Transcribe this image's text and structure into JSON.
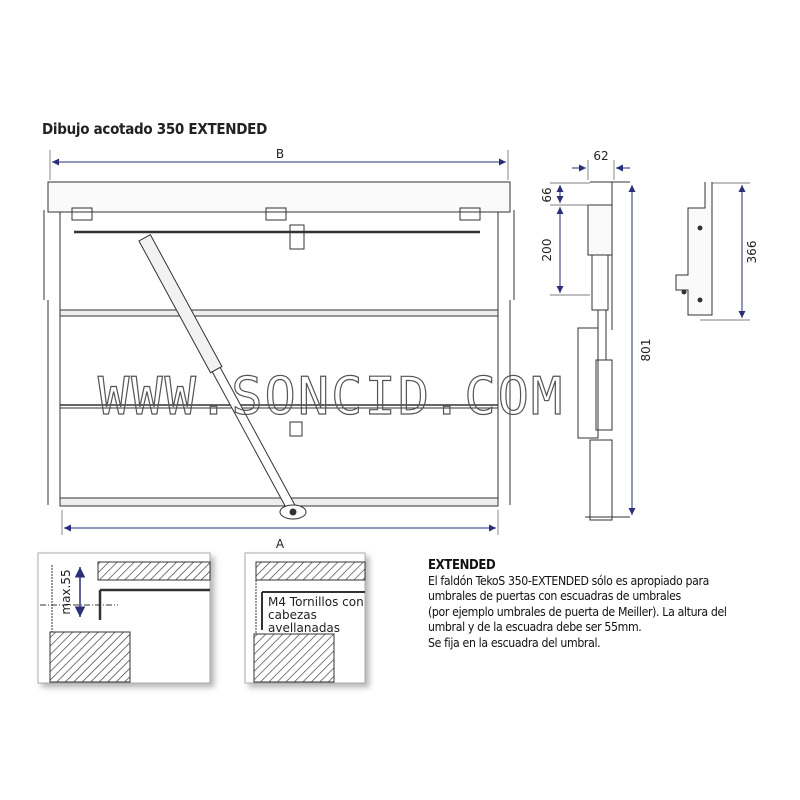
{
  "title": "Dibujo acotado 350 EXTENDED",
  "dimensions": {
    "B": "B",
    "A": "A",
    "w62": "62",
    "h66": "66",
    "h200": "200",
    "h801": "801",
    "h366": "366"
  },
  "details": {
    "max_label": "max.55",
    "screw_note": [
      "M4 Tornillos con",
      "cabezas",
      "avellanadas"
    ]
  },
  "description": {
    "heading": "EXTENDED",
    "lines": [
      "El faldón TekoS 350-EXTENDED sólo es apropiado para",
      "umbrales de puertas con escuadras de umbrales",
      "(por ejemplo umbrales de puerta de Meiller). La altura del",
      "umbral y de la escuadra debe ser 55mm.",
      "Se fija en la escuadra del umbral."
    ]
  },
  "watermark": "WWW.SONCID.COM",
  "colors": {
    "dimension_arrow": "#2a2f7a",
    "line": "#333333"
  }
}
